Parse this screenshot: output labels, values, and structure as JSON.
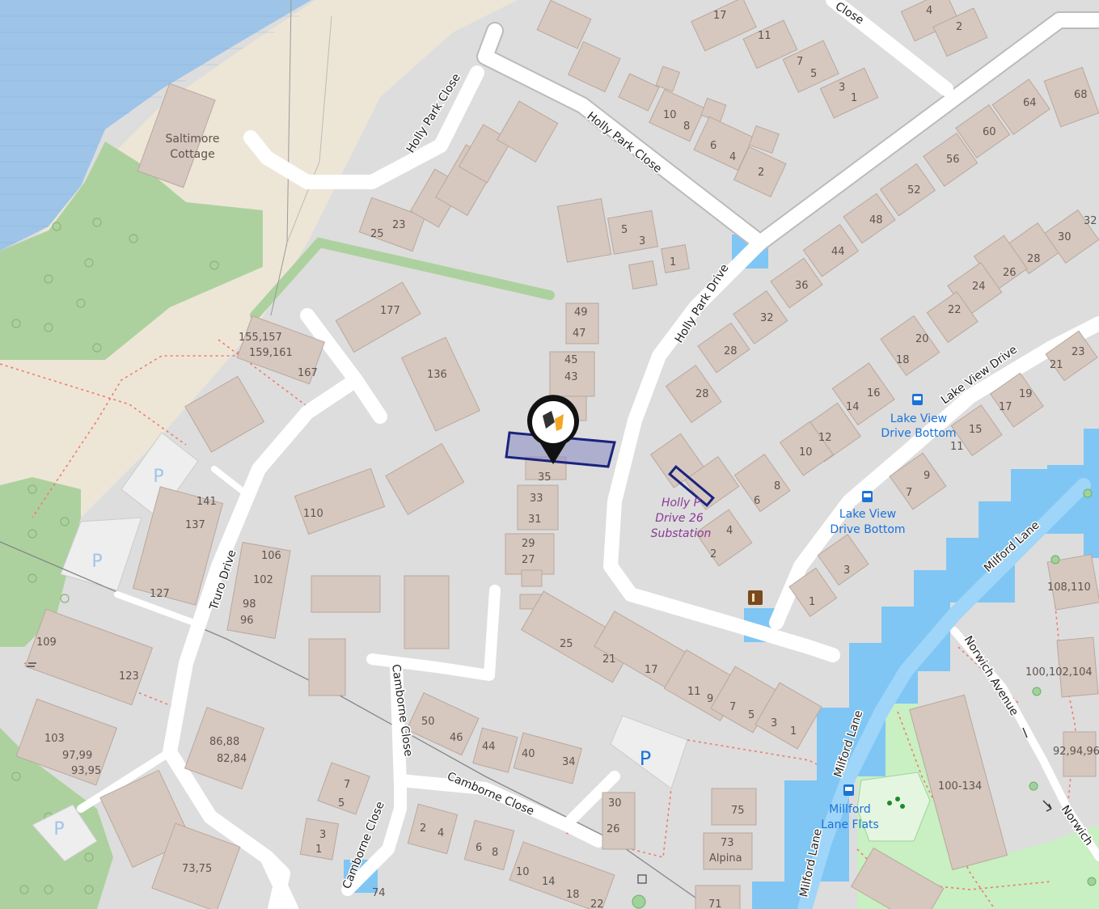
{
  "colors": {
    "background": "#dddddd",
    "water": "#9ec4e8",
    "wood": "#add19e",
    "park": "#c8f0c2",
    "building": "#d6c8bf",
    "parking": "#eeeeee",
    "flood": "#7fc6f4",
    "highlight": "#1a237e",
    "poi_blue": "#1a73d8",
    "poi_purple": "#8a3a96"
  },
  "roads": {
    "holly_park_close_1": "Holly Park Close",
    "holly_park_close_2": "Holly Park Close",
    "holly_park_drive": "Holly Park Drive",
    "truro_drive": "Truro Drive",
    "camborne_close_1": "Camborne Close",
    "camborne_close_2": "Camborne Close",
    "camborne_close_3": "Camborne Close",
    "lake_view_drive": "Lake View Drive",
    "milford_lane_1": "Milford Lane",
    "milford_lane_2": "Milford Lane",
    "milford_lane_3": "Milford Lane",
    "norwich_avenue_1": "Norwich Avenue",
    "norwich_avenue_2": "Norwich",
    "close_top": "Close"
  },
  "pois": {
    "saltimore_1": "Saltimore",
    "saltimore_2": "Cottage",
    "bus_stop_1_a": "Lake View",
    "bus_stop_1_b": "Drive Bottom",
    "bus_stop_2_a": "Lake View",
    "bus_stop_2_b": "Drive Bottom",
    "substation_a": "Holly P",
    "substation_b": "Drive 26",
    "substation_c": "Substation",
    "millford_a": "Millford",
    "millford_b": "Lane Flats",
    "parking": "P"
  },
  "houses": [
    "17",
    "11",
    "4",
    "2",
    "7",
    "5",
    "3",
    "1",
    "10",
    "8",
    "6",
    "4",
    "2",
    "64",
    "68",
    "60",
    "56",
    "52",
    "48",
    "44",
    "36",
    "32",
    "28",
    "28",
    "25",
    "23",
    "5",
    "3",
    "1",
    "177",
    "155,157",
    "159,161",
    "167",
    "136",
    "49",
    "47",
    "45",
    "43",
    "35",
    "33",
    "31",
    "29",
    "27",
    "110",
    "141",
    "137",
    "127",
    "106",
    "102",
    "98",
    "96",
    "30",
    "26",
    "28",
    "24",
    "22",
    "20",
    "18",
    "16",
    "14",
    "12",
    "10",
    "8",
    "6",
    "4",
    "2",
    "32",
    "21",
    "23",
    "17",
    "19",
    "15",
    "11",
    "9",
    "7",
    "3",
    "1",
    "108,110",
    "100,102,104",
    "92,94,96",
    "100-134",
    "109",
    "123",
    "103",
    "97,99",
    "93,95",
    "86,88",
    "82,84",
    "73,75",
    "74",
    "50",
    "46",
    "44",
    "40",
    "34",
    "25",
    "21",
    "17",
    "11",
    "9",
    "7",
    "5",
    "3",
    "1",
    "7",
    "5",
    "3",
    "1",
    "2",
    "4",
    "6",
    "8",
    "10",
    "14",
    "18",
    "22",
    "30",
    "26",
    "75",
    "73",
    "Alpina",
    "71"
  ]
}
